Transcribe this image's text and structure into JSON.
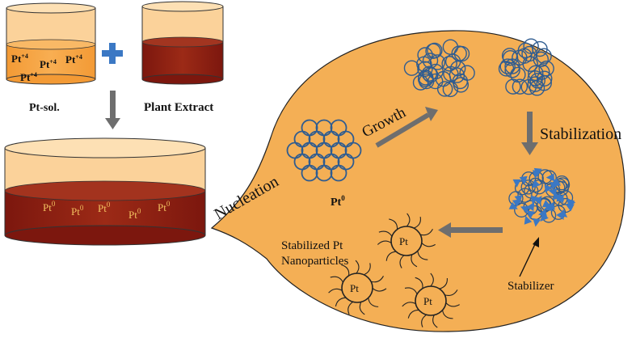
{
  "labels": {
    "pt_sol": "Pt-sol.",
    "plant_extract": "Plant Extract",
    "nucleation": "Nucleation",
    "growth": "Growth",
    "stabilization": "Stabilization",
    "stabilizer": "Stabilizer",
    "stabilized_line1": "Stabilized Pt",
    "stabilized_line2": "Nanoparticles",
    "pt0_label": "Pt",
    "pt0_sup": "0"
  },
  "ion_labels": [
    {
      "base": "Pt",
      "sup": "+4"
    },
    {
      "base": "Pt",
      "sup": "+4"
    },
    {
      "base": "Pt",
      "sup": "+4"
    },
    {
      "base": "Pt",
      "sup": "+4"
    }
  ],
  "atom_labels": [
    {
      "base": "Pt",
      "sup": "0"
    },
    {
      "base": "Pt",
      "sup": "0"
    },
    {
      "base": "Pt",
      "sup": "0"
    },
    {
      "base": "Pt",
      "sup": "0"
    },
    {
      "base": "Pt",
      "sup": "0"
    }
  ],
  "particles": [
    "Pt",
    "Pt",
    "Pt"
  ],
  "colors": {
    "bubble": "#F4AF55",
    "orange_liquid": "#F5A040",
    "dark_red": "#8E1D12",
    "circle_blue": "#2F5C90",
    "plus_blue": "#3B78C4",
    "arrow_gray": "#6E6E6E"
  }
}
